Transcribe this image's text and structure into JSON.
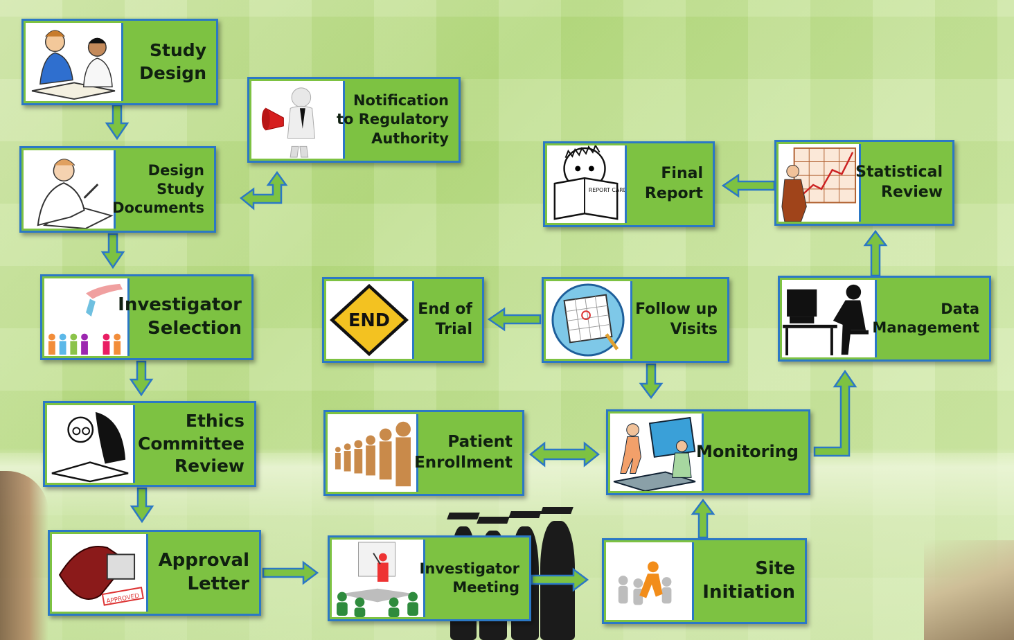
{
  "boxes": {
    "study_design": [
      "Study",
      "Design"
    ],
    "design_study_documents": [
      "Design",
      "Study",
      "Documents"
    ],
    "notification": [
      "Notification",
      "to Regulatory",
      "Authority"
    ],
    "investigator_selection": [
      "Investigator",
      "Selection"
    ],
    "ethics_committee_review": [
      "Ethics",
      "Committee",
      "Review"
    ],
    "approval_letter": [
      "Approval",
      "Letter"
    ],
    "investigator_meeting": [
      "Investigator",
      "Meeting"
    ],
    "site_initiation": [
      "Site",
      "Initiation"
    ],
    "patient_enrollment": [
      "Patient",
      "Enrollment"
    ],
    "monitoring": [
      "Monitoring"
    ],
    "end_of_trial": [
      "End of",
      "Trial"
    ],
    "follow_up_visits": [
      "Follow up",
      "Visits"
    ],
    "final_report": [
      "Final",
      "Report"
    ],
    "statistical_review": [
      "Statistical",
      "Review"
    ],
    "data_management": [
      "Data",
      "Management"
    ]
  },
  "icons": {
    "end_sign_text": "END",
    "report_card_text": "REPORT CARD",
    "approved_stamp_text": "APPROVED"
  },
  "colors": {
    "box_fill": "#7dc242",
    "box_border": "#2b78c5",
    "arrow_fill": "#7dc242",
    "arrow_stroke": "#2b78c5"
  }
}
